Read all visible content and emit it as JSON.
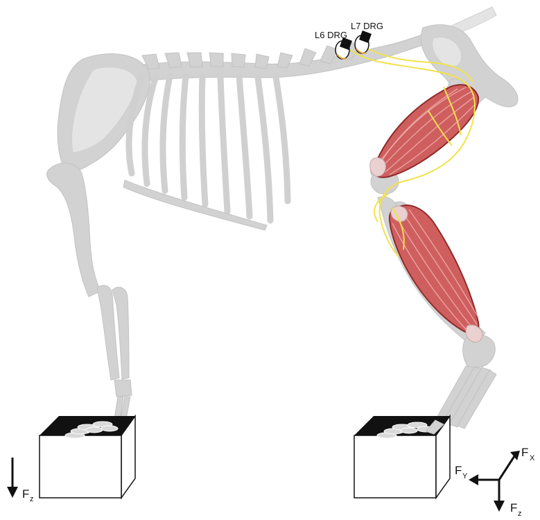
{
  "labels": {
    "l6_drg": "L6 DRG",
    "l7_drg": "L7 DRG"
  },
  "forces": {
    "fz_left": {
      "main": "F",
      "sub": "z"
    },
    "fx": {
      "main": "F",
      "sub": "X"
    },
    "fy": {
      "main": "F",
      "sub": "Y"
    },
    "fz_right": {
      "main": "F",
      "sub": "z"
    }
  },
  "colors": {
    "bone": "#d2d2d2",
    "muscle": "#cf5f5f",
    "muscle_outline": "#8e2a2a",
    "nerve": "#f2e24a",
    "force_plate_top": "#111111"
  }
}
